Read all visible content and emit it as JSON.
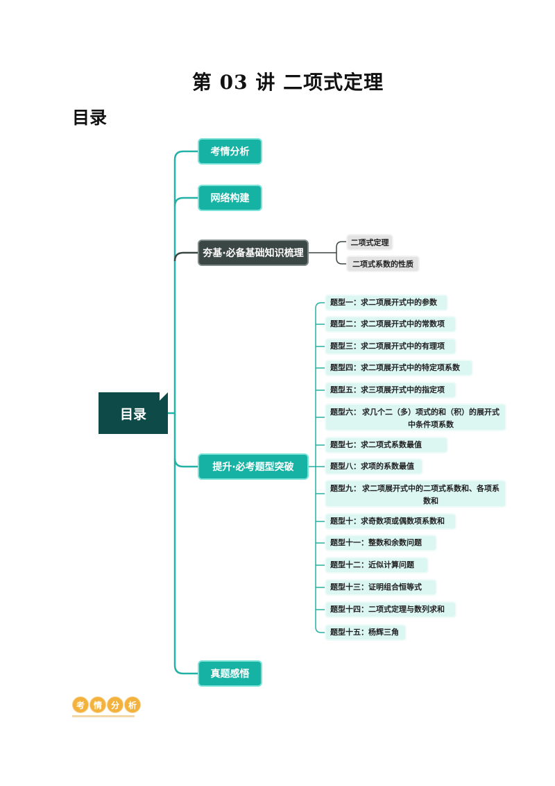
{
  "title": "第 03 讲    二项式定理",
  "toc_heading": "目录",
  "root": "目录",
  "branches": {
    "b1": "考情分析",
    "b2": "网络构建",
    "b3": "夯基·必备基础知识梳理",
    "b4": "提升·必考题型突破",
    "b5": "真题感悟"
  },
  "basics": [
    "二项式定理",
    "二项式系数的性质"
  ],
  "types": [
    {
      "lead": "题型一：",
      "text": "求二项展开式中的参数"
    },
    {
      "lead": "题型二：",
      "text": "求二项展开式中的常数项"
    },
    {
      "lead": "题型三：",
      "text": "求二项展开式中的有理项"
    },
    {
      "lead": "题型四：",
      "text": "求二项展开式中的特定项系数"
    },
    {
      "lead": "题型五：",
      "text": "求三项展开式中的指定项"
    },
    {
      "lead": "题型六：",
      "text": "求几个二（多）项式的和（积）的展开式中条件项系数"
    },
    {
      "lead": "题型七：",
      "text": "求二项式系数最值"
    },
    {
      "lead": "题型八：",
      "text": "求项的系数最值"
    },
    {
      "lead": "题型九：",
      "text": "求二项展开式中的二项式系数和、各项系数和"
    },
    {
      "lead": "题型十：",
      "text": "求奇数项或偶数项系数和"
    },
    {
      "lead": "题型十一：",
      "text": "整数和余数问题"
    },
    {
      "lead": "题型十二：",
      "text": "近似计算问题"
    },
    {
      "lead": "题型十三：",
      "text": "证明组合恒等式"
    },
    {
      "lead": "题型十四：",
      "text": "二项式定理与数列求和"
    },
    {
      "lead": "题型十五：",
      "text": "杨辉三角"
    }
  ],
  "badge": [
    "考",
    "情",
    "分",
    "析"
  ],
  "colors": {
    "teal": "#16b3a5",
    "dark": "#3b4744",
    "root": "#0e4a47",
    "mint": "#dcf6f2",
    "badge": "#f3b23d"
  }
}
